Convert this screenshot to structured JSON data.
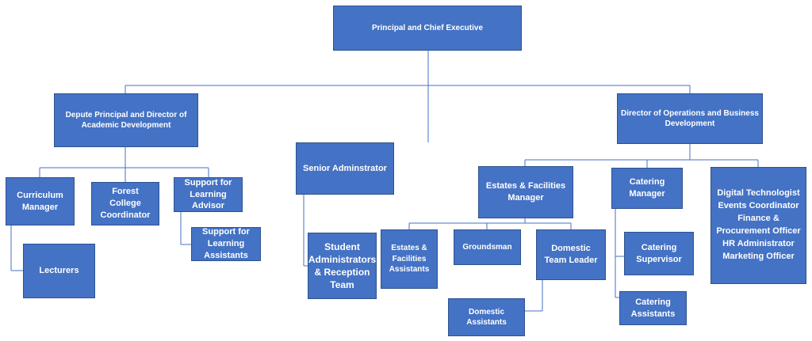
{
  "root": {
    "label": "Principal and Chief Executive"
  },
  "deputy": {
    "label": "Depute Principal and Director of Academic Development",
    "children": {
      "curriculum_manager": "Curriculum Manager",
      "lecturers": "Lecturers",
      "forest_coordinator": "Forest College Coordinator",
      "support_advisor": "Support for Learning Advisor",
      "support_assistants": "Support for Learning Assistants"
    }
  },
  "senior_admin": {
    "label": "Senior Adminstrator",
    "children": {
      "student_admins": "Student Administrators & Reception Team"
    }
  },
  "director_ops": {
    "label": "Director of Operations and Business Development",
    "estates": {
      "label": "Estates & Facilities Manager",
      "estates_assistants": "Estates & Facilities Assistants",
      "groundsman": "Groundsman",
      "domestic_leader": "Domestic Team Leader",
      "domestic_assistants": "Domestic Assistants"
    },
    "catering": {
      "label": "Catering Manager",
      "supervisor": "Catering Supervisor",
      "assistants": "Catering Assistants"
    },
    "staff_list": [
      "Digital Technologist",
      "Events Coordinator",
      "Finance & Procurement Officer",
      "HR Administrator",
      "Marketing Officer"
    ]
  }
}
